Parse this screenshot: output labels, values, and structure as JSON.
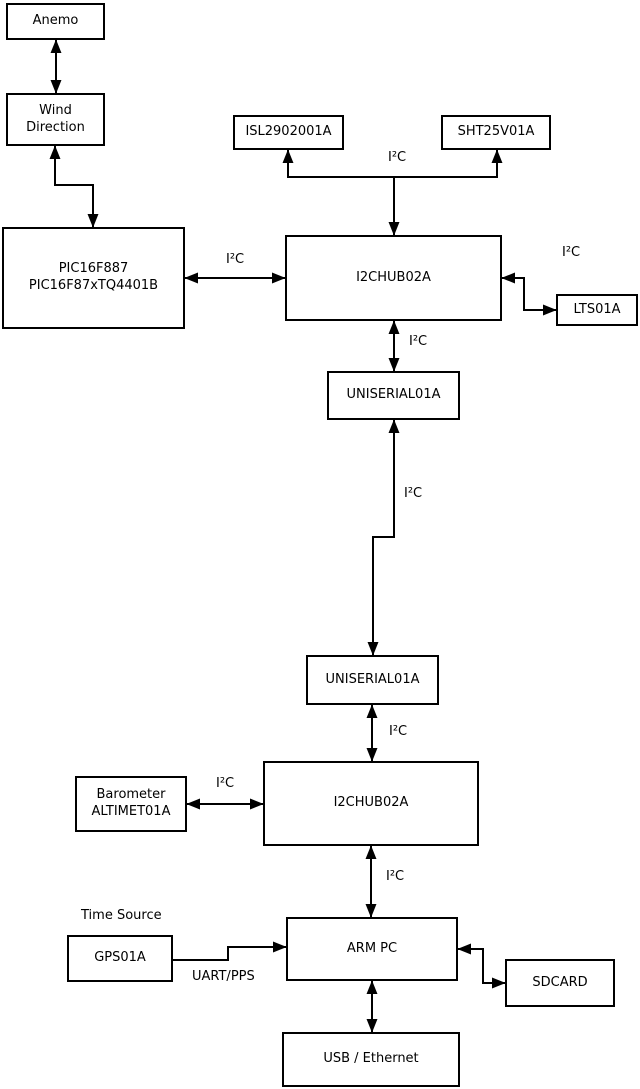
{
  "diagram": {
    "nodes": {
      "anemo": {
        "label": "Anemo"
      },
      "wind_direction": {
        "label": "Wind\nDirection"
      },
      "pic": {
        "label": "PIC16F887\nPIC16F87xTQ4401B"
      },
      "isl": {
        "label": "ISL2902001A"
      },
      "sht": {
        "label": "SHT25V01A"
      },
      "i2chub_top": {
        "label": "I2CHUB02A"
      },
      "lts": {
        "label": "LTS01A"
      },
      "uniserial_top": {
        "label": "UNISERIAL01A"
      },
      "uniserial_bottom": {
        "label": "UNISERIAL01A"
      },
      "i2chub_bottom": {
        "label": "I2CHUB02A"
      },
      "barometer": {
        "label": "Barometer\nALTIMET01A"
      },
      "gps": {
        "label": "GPS01A"
      },
      "arm_pc": {
        "label": "ARM PC"
      },
      "sdcard": {
        "label": "SDCARD"
      },
      "usb_ethernet": {
        "label": "USB / Ethernet"
      }
    },
    "edge_labels": {
      "pic_hub1": "I²C",
      "sensor_bus": "I²C",
      "hub1_lts": "I²C",
      "hub1_uniserial": "I²C",
      "uniserial_link": "I²C",
      "uniserial_hub2": "I²C",
      "barometer_hub2": "I²C",
      "hub2_armpc": "I²C",
      "gps_armpc": "UART/PPS",
      "time_source": "Time Source"
    },
    "colors": {
      "line": "#000000",
      "box_border": "#000000",
      "box_fill": "#ffffff",
      "background": "#ffffff",
      "text": "#000000"
    }
  }
}
